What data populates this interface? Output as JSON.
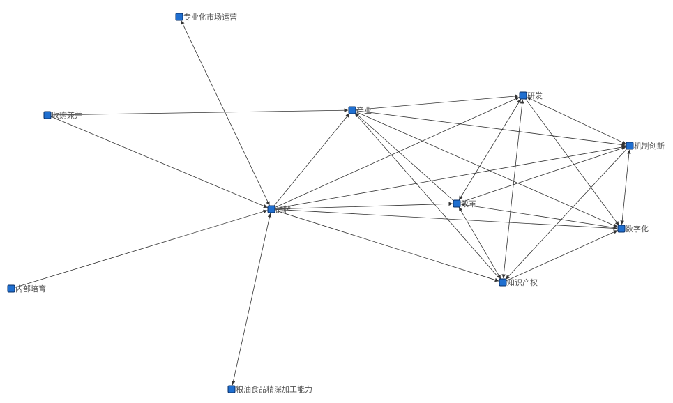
{
  "colors": {
    "node": "#1f6fd0",
    "node_border": "#0a2f66",
    "edge": "#333333",
    "label": "#555555"
  },
  "nodes": [
    {
      "id": "zhuanyehua",
      "label": "专业化市场运营"
    },
    {
      "id": "shougou",
      "label": "收购兼并"
    },
    {
      "id": "chanye",
      "label": "产业"
    },
    {
      "id": "yanfa",
      "label": "研发"
    },
    {
      "id": "jizhi",
      "label": "机制创新"
    },
    {
      "id": "pinpai",
      "label": "品牌"
    },
    {
      "id": "gaige",
      "label": "改革"
    },
    {
      "id": "shuzihua",
      "label": "数字化"
    },
    {
      "id": "neibu",
      "label": "内部培育"
    },
    {
      "id": "zhishi",
      "label": "知识产权"
    },
    {
      "id": "liangyou",
      "label": "粮油食品精深加工能力"
    }
  ],
  "edges": [
    {
      "from": "pinpai",
      "to": "zhuanyehua",
      "bidirectional": true
    },
    {
      "from": "shougou",
      "to": "chanye",
      "bidirectional": false
    },
    {
      "from": "shougou",
      "to": "pinpai",
      "bidirectional": false
    },
    {
      "from": "neibu",
      "to": "pinpai",
      "bidirectional": false
    },
    {
      "from": "pinpai",
      "to": "liangyou",
      "bidirectional": true
    },
    {
      "from": "pinpai",
      "to": "chanye",
      "bidirectional": false
    },
    {
      "from": "pinpai",
      "to": "yanfa",
      "bidirectional": false
    },
    {
      "from": "pinpai",
      "to": "jizhi",
      "bidirectional": false
    },
    {
      "from": "pinpai",
      "to": "gaige",
      "bidirectional": false
    },
    {
      "from": "pinpai",
      "to": "shuzihua",
      "bidirectional": false
    },
    {
      "from": "pinpai",
      "to": "zhishi",
      "bidirectional": false
    },
    {
      "from": "chanye",
      "to": "yanfa",
      "bidirectional": false
    },
    {
      "from": "chanye",
      "to": "jizhi",
      "bidirectional": false
    },
    {
      "from": "chanye",
      "to": "shuzihua",
      "bidirectional": false
    },
    {
      "from": "gaige",
      "to": "chanye",
      "bidirectional": false
    },
    {
      "from": "zhishi",
      "to": "chanye",
      "bidirectional": false
    },
    {
      "from": "yanfa",
      "to": "gaige",
      "bidirectional": true
    },
    {
      "from": "yanfa",
      "to": "zhishi",
      "bidirectional": true
    },
    {
      "from": "yanfa",
      "to": "jizhi",
      "bidirectional": true
    },
    {
      "from": "yanfa",
      "to": "shuzihua",
      "bidirectional": false
    },
    {
      "from": "gaige",
      "to": "jizhi",
      "bidirectional": false
    },
    {
      "from": "shuzihua",
      "to": "gaige",
      "bidirectional": false
    },
    {
      "from": "gaige",
      "to": "zhishi",
      "bidirectional": true
    },
    {
      "from": "jizhi",
      "to": "zhishi",
      "bidirectional": false
    },
    {
      "from": "jizhi",
      "to": "shuzihua",
      "bidirectional": true
    },
    {
      "from": "zhishi",
      "to": "shuzihua",
      "bidirectional": false
    }
  ]
}
